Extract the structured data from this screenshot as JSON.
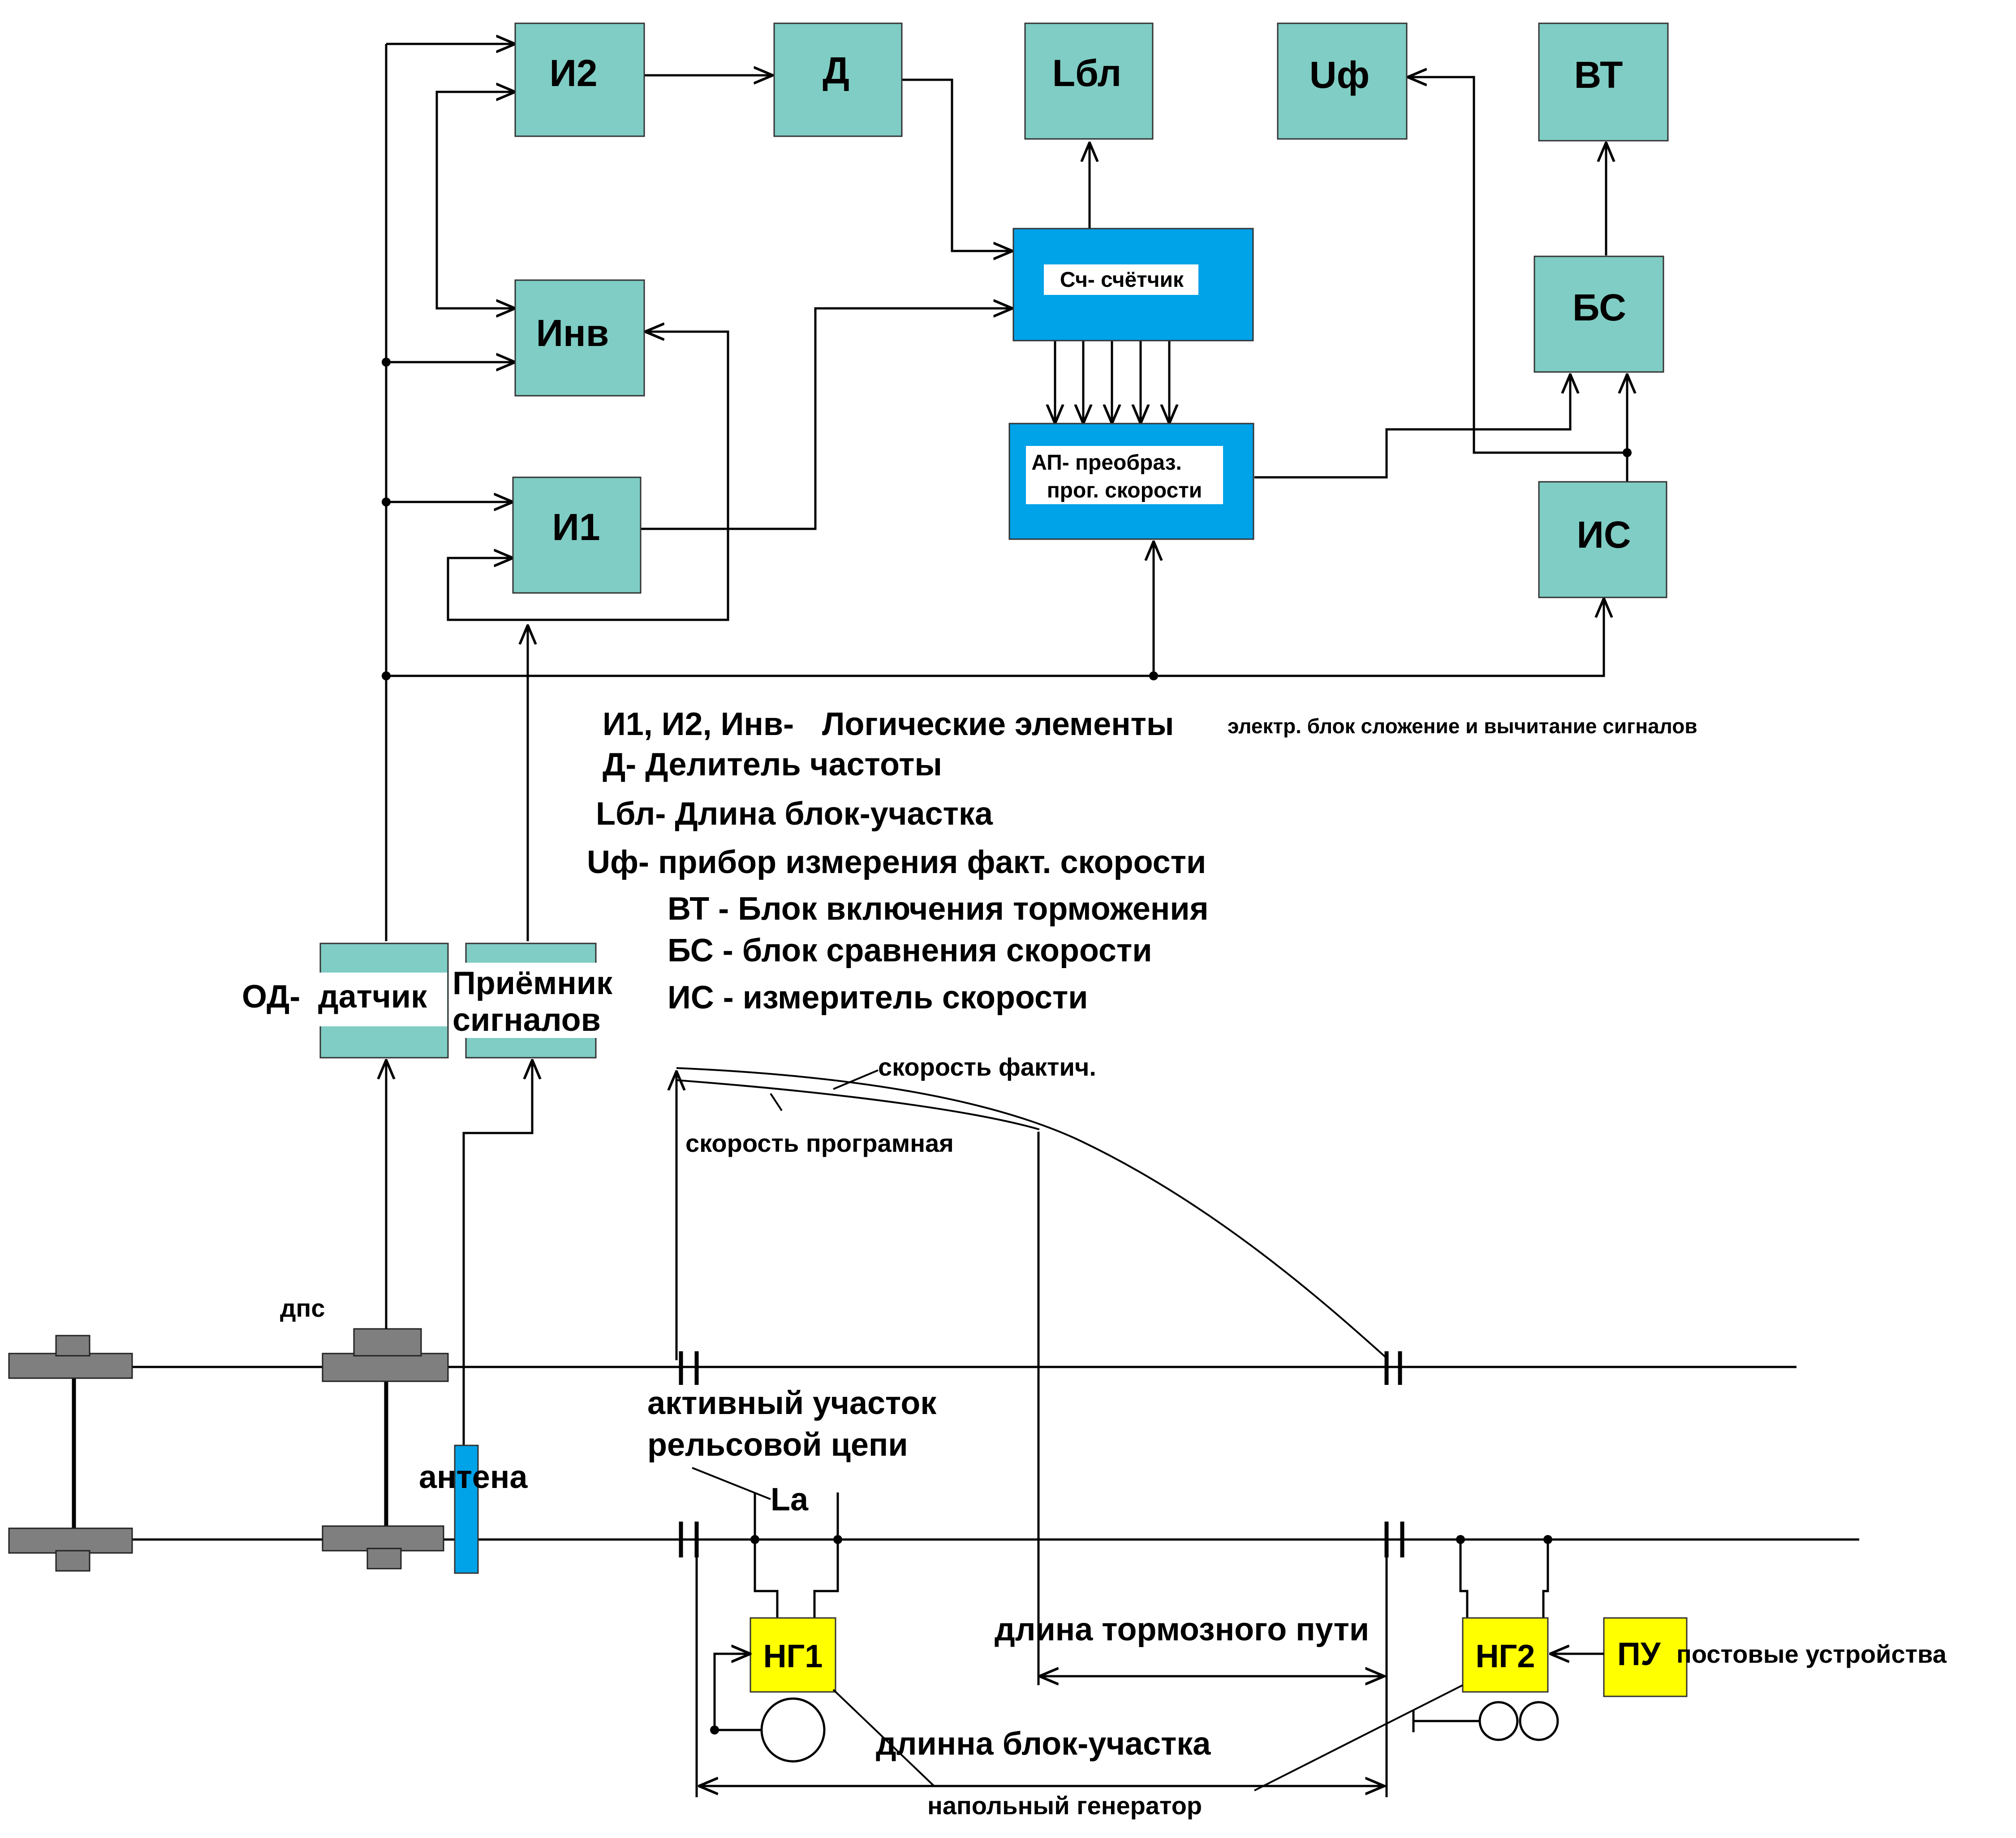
{
  "blocks": {
    "i2": "И2",
    "d": "Д",
    "lbl": "Lбл",
    "uf": "Uф",
    "vt": "ВТ",
    "counter": "Сч- счётчик",
    "bs": "БС",
    "inv": "Инв",
    "ap_line1": "АП- преобраз.",
    "ap_line2": "прог. скорости",
    "i1": "И1",
    "is": "ИС",
    "od_prefix": "ОД-",
    "od_label": "датчик",
    "receiver_line1": "Приёмник",
    "receiver_line2": "сигналов",
    "ng1": "НГ1",
    "ng2": "НГ2",
    "pu": "ПУ"
  },
  "legend": {
    "i_inv_key": "И1, И2, Инв-",
    "i_inv_desc": "Логические элементы",
    "i_inv_note": "электр. блок сложение и вычитание сигналов",
    "d": "Д- Делитель частоты",
    "lbl": "Lбл- Длина блок-участка",
    "uf": "Uф- прибор измерения факт. скорости",
    "vt": "ВТ -  Блок включения торможения",
    "bs": "БС - блок сравнения скорости",
    "is": "ИС - измеритель скорости"
  },
  "labels": {
    "speed_actual": "скорость фактич.",
    "speed_program": "скорость програмная",
    "dps": "дпс",
    "active_line1": "активный участок",
    "active_line2": "рельсовой цепи",
    "la": "La",
    "antenna": "антена",
    "braking": "длина тормозного  пути",
    "post_devices": "постовые устройства",
    "block_length": "длинна блок-участка",
    "floor_generator": "напольный генератор"
  },
  "colors": {
    "block_teal": "#7fcdc4",
    "block_blue": "#00a2e8",
    "block_yellow": "#ffff00",
    "wheel_gray": "#7f7f7f"
  }
}
